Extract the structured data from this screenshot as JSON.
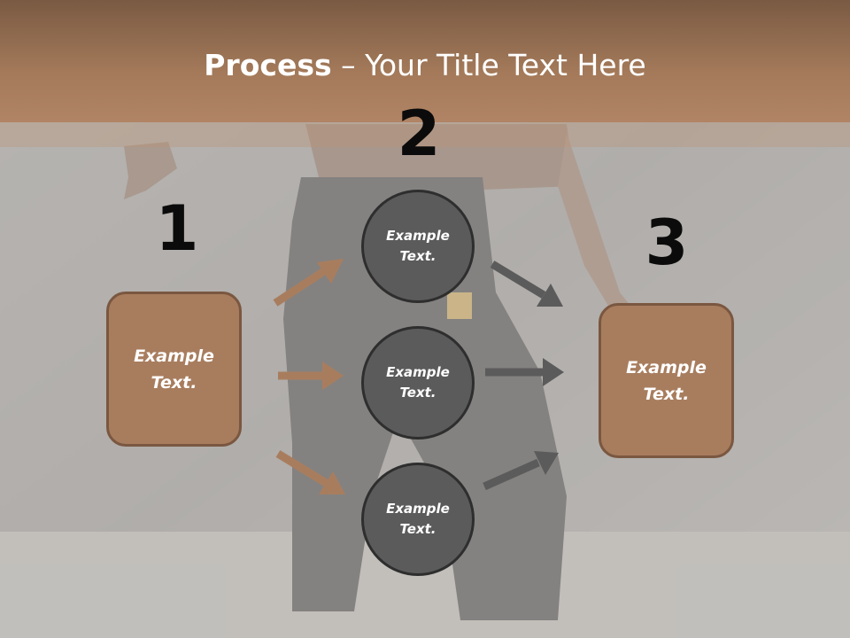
{
  "title": {
    "bold": "Process",
    "rest": " – Your Title Text Here"
  },
  "steps": {
    "one": "1",
    "two": "2",
    "three": "3"
  },
  "left_box": "Example\nText.",
  "right_box": "Example\nText.",
  "circles": [
    "Example\nText.",
    "Example\nText.",
    "Example\nText."
  ],
  "colors": {
    "header": "#a47a5a",
    "box_fill": "#a87d5e",
    "box_border": "#7a5740",
    "circle_fill": "#5c5b5b",
    "left_arrow": "#a87d5e",
    "right_arrow": "#5c5b5b"
  }
}
